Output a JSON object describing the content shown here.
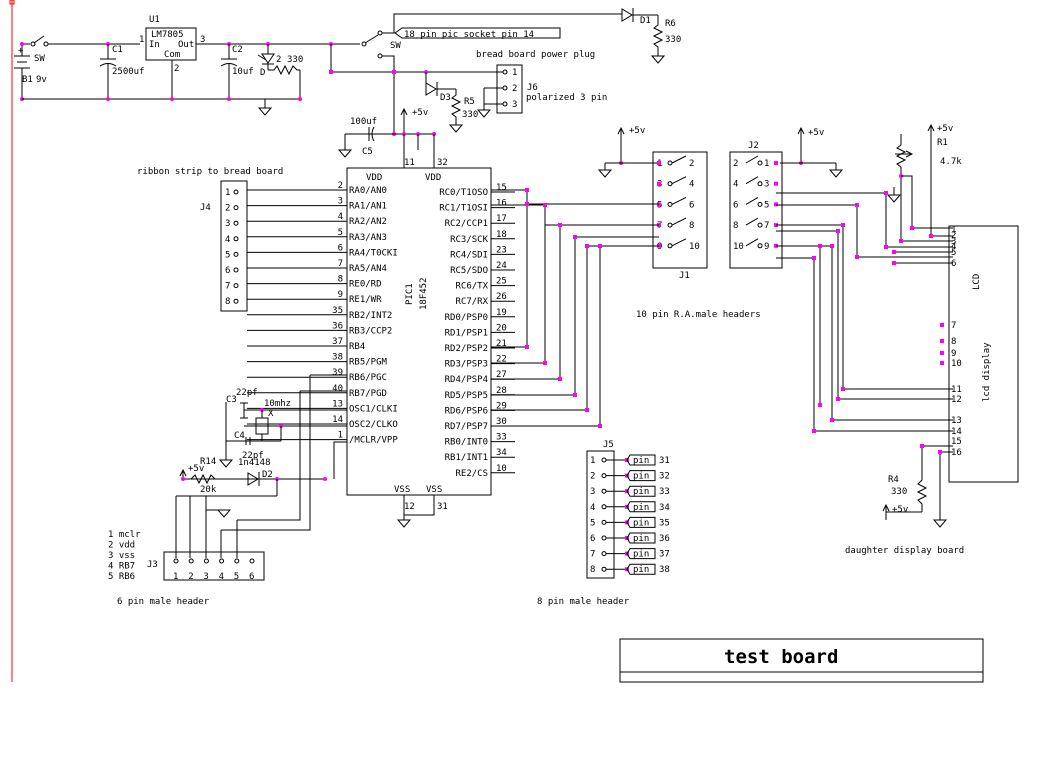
{
  "colors": {
    "wire": "#000000",
    "node": "#ff00ff",
    "border": "#ff0000",
    "background": "#ffffff"
  },
  "power": {
    "sw1": "SW",
    "b1": "B1",
    "b1_volt": "9v",
    "plus": "+",
    "u1": "U1",
    "u1_part": "LM7805",
    "u1_in": "In",
    "u1_out": "Out",
    "u1_com": "Com",
    "u1_p1": "1",
    "u1_p2": "2",
    "u1_p3": "3",
    "c1": "C1",
    "c1_val": "2500uf",
    "c2": "C2",
    "c2_val": "10uf",
    "d_led": "D",
    "led_res": "330",
    "led_mark": "2",
    "sw2": "SW",
    "sock_label": "18 pin pic socket pin 14",
    "d1": "D1",
    "r6": "R6",
    "r6_val": "330",
    "bb_label": "bread board power plug",
    "d3": "D3",
    "r5": "R5",
    "r5_val": "330",
    "j6": "J6",
    "j6_desc": "polarized 3 pin",
    "j6_pins": [
      "1",
      "2",
      "3"
    ],
    "c5": "C5",
    "c5_val": "100uf",
    "vplus": "+5v"
  },
  "pic": {
    "name": "PIC1",
    "part": "18F452",
    "vdd": "VDD",
    "vss": "VSS",
    "top_pins": [
      "11",
      "32"
    ],
    "bottom_pins": [
      "12",
      "31"
    ],
    "left": [
      {
        "label": "RA0/AN0",
        "pin": "2"
      },
      {
        "label": "RA1/AN1",
        "pin": "3"
      },
      {
        "label": "RA2/AN2",
        "pin": "4"
      },
      {
        "label": "RA3/AN3",
        "pin": "5"
      },
      {
        "label": "RA4/T0CKI",
        "pin": "6"
      },
      {
        "label": "RA5/AN4",
        "pin": "7"
      },
      {
        "label": "RE0/RD",
        "pin": "8"
      },
      {
        "label": "RE1/WR",
        "pin": "9"
      },
      {
        "label": "RB2/INT2",
        "pin": "35"
      },
      {
        "label": "RB3/CCP2",
        "pin": "36"
      },
      {
        "label": "RB4",
        "pin": "37"
      },
      {
        "label": "RB5/PGM",
        "pin": "38"
      },
      {
        "label": "RB6/PGC",
        "pin": "39"
      },
      {
        "label": "RB7/PGD",
        "pin": "40"
      },
      {
        "label": "OSC1/CLKI",
        "pin": "13"
      },
      {
        "label": "OSC2/CLKO",
        "pin": "14"
      },
      {
        "label": "/MCLR/VPP",
        "pin": "1"
      }
    ],
    "right": [
      {
        "label": "RC0/T1OSO",
        "pin": "15"
      },
      {
        "label": "RC1/T1OSI",
        "pin": "16"
      },
      {
        "label": "RC2/CCP1",
        "pin": "17"
      },
      {
        "label": "RC3/SCK",
        "pin": "18"
      },
      {
        "label": "RC4/SDI",
        "pin": "23"
      },
      {
        "label": "RC5/SDO",
        "pin": "24"
      },
      {
        "label": "RC6/TX",
        "pin": "25"
      },
      {
        "label": "RC7/RX",
        "pin": "26"
      },
      {
        "label": "RD0/PSP0",
        "pin": "19"
      },
      {
        "label": "RD1/PSP1",
        "pin": "20"
      },
      {
        "label": "RD2/PSP2",
        "pin": "21"
      },
      {
        "label": "RD3/PSP3",
        "pin": "22"
      },
      {
        "label": "RD4/PSP4",
        "pin": "27"
      },
      {
        "label": "RD5/PSP5",
        "pin": "28"
      },
      {
        "label": "RD6/PSP6",
        "pin": "29"
      },
      {
        "label": "RD7/PSP7",
        "pin": "30"
      },
      {
        "label": "RB0/INT0",
        "pin": "33"
      },
      {
        "label": "RB1/INT1",
        "pin": "34"
      },
      {
        "label": "RE2/CS",
        "pin": "10"
      }
    ]
  },
  "j4": {
    "name": "J4",
    "label": "ribbon strip to bread board",
    "pins": [
      "1",
      "2",
      "3",
      "4",
      "5",
      "6",
      "7",
      "8"
    ]
  },
  "osc": {
    "c3": "C3",
    "c3_val": "22pf",
    "c4": "C4",
    "c4_val": "22pf",
    "xtal": "10mhz",
    "x": "X"
  },
  "prog": {
    "r14": "R14",
    "r14_val": "20k",
    "vplus": "+5v",
    "d2": "D2",
    "d2_part": "1n4148",
    "j3": "J3",
    "j3_pins": [
      "1",
      "2",
      "3",
      "4",
      "5",
      "6"
    ],
    "legend": [
      "1 mclr",
      "2 vdd",
      "3 vss",
      "4 RB7",
      "5 RB6"
    ],
    "caption": "6 pin male header"
  },
  "j1": {
    "name": "J1",
    "vplus": "+5v",
    "left": [
      "1",
      "3",
      "5",
      "7",
      "9"
    ],
    "right": [
      "2",
      "4",
      "6",
      "8",
      "10"
    ]
  },
  "j1_caption": "10 pin R.A.male headers",
  "j2": {
    "name": "J2",
    "vplus": "+5v",
    "left": [
      "2",
      "4",
      "6",
      "8",
      "10"
    ],
    "right": [
      "1",
      "3",
      "5",
      "7",
      "9"
    ]
  },
  "j5": {
    "name": "J5",
    "pins": [
      "1",
      "2",
      "3",
      "4",
      "5",
      "6",
      "7",
      "8"
    ],
    "tags": [
      "pin",
      "pin",
      "pin",
      "pin",
      "pin",
      "pin",
      "pin",
      "pin"
    ],
    "tag_nums": [
      "31",
      "32",
      "33",
      "34",
      "35",
      "36",
      "37",
      "38"
    ],
    "caption": "8 pin male header"
  },
  "lcd": {
    "r1": "R1",
    "r1_val": "4.7k",
    "vplus": "+5v",
    "title": "LCD",
    "name": "lcd display",
    "pins": [
      "1",
      "2",
      "3",
      "4",
      "5",
      "6",
      "7",
      "8",
      "9",
      "10",
      "11",
      "12",
      "13",
      "14",
      "15",
      "16"
    ],
    "r4": "R4",
    "r4_val": "330",
    "vplus2": "+5v",
    "caption": "daughter display board"
  },
  "title_block": {
    "title": "test board"
  }
}
